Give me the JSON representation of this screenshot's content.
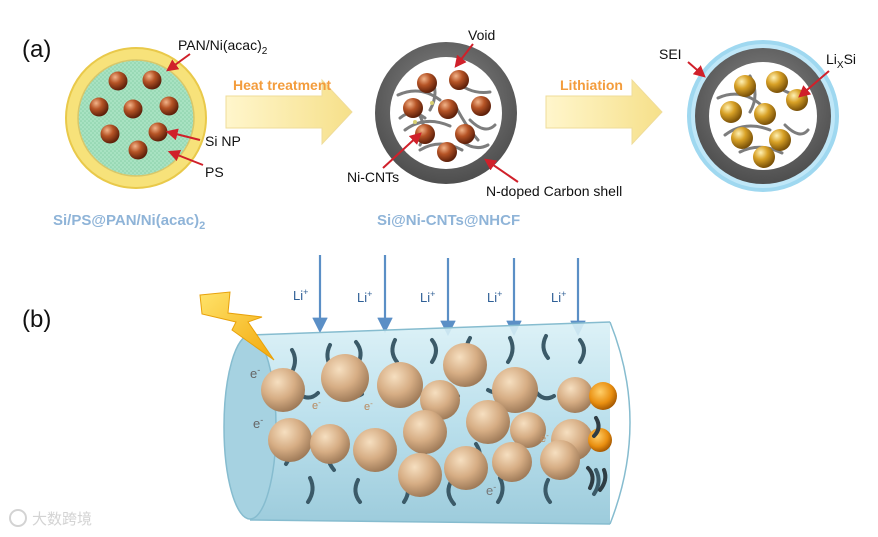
{
  "panel_a": {
    "label": "(a)",
    "sphere1": {
      "label_pan": "PAN/Ni(acac)",
      "label_pan_sub": "2",
      "label_sinp": "Si NP",
      "label_ps": "PS",
      "caption": "Si/PS@PAN/Ni(acac)",
      "caption_sub": "2"
    },
    "arrow1": {
      "label": "Heat treatment",
      "color": "#f39c3c"
    },
    "sphere2": {
      "label_void": "Void",
      "label_nicnts": "Ni-CNTs",
      "label_shell": "N-doped Carbon shell",
      "caption": "Si@Ni-CNTs@NHCF"
    },
    "arrow2": {
      "label": "Lithiation",
      "color": "#f39c3c"
    },
    "sphere3": {
      "label_sei": "SEI",
      "label_lixsi_a": "Li",
      "label_lixsi_sub": "X",
      "label_lixsi_b": "Si"
    }
  },
  "panel_b": {
    "label": "(b)",
    "li_labels": [
      {
        "base": "Li",
        "sup": "+"
      },
      {
        "base": "Li",
        "sup": "+"
      },
      {
        "base": "Li",
        "sup": "+"
      },
      {
        "base": "Li",
        "sup": "+"
      },
      {
        "base": "Li",
        "sup": "+"
      }
    ],
    "electron_labels": [
      {
        "base": "e",
        "sup": "-"
      },
      {
        "base": "e",
        "sup": "-"
      },
      {
        "base": "e",
        "sup": "-"
      },
      {
        "base": "e",
        "sup": "-"
      },
      {
        "base": "e",
        "sup": "-"
      },
      {
        "base": "e",
        "sup": "-"
      }
    ]
  },
  "watermark": {
    "text": "大数跨境"
  },
  "colors": {
    "label_text": "#111111",
    "caption_text": "#8fb4d8",
    "arrow_red": "#d0202a",
    "li_arrow": "#5b8fc6",
    "tube_fill": "#bfe3ee",
    "si_particle": "#a0461e",
    "lithiated_particle": "#d39a1c",
    "shell_gray": "#636363",
    "sei_blue": "#9fd8f0",
    "ps_yellow": "#f4de6e",
    "core_green": "#a4e0c0"
  }
}
